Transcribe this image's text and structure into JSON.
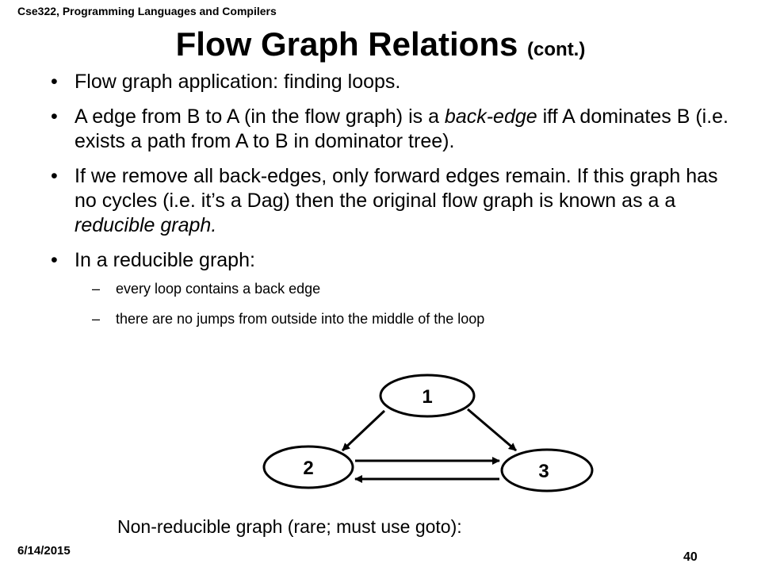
{
  "header": {
    "course": "Cse322, Programming Languages and Compilers"
  },
  "title": {
    "main": "Flow Graph Relations",
    "sub": "(cont.)"
  },
  "bullets": [
    {
      "parts": [
        {
          "text": "Flow graph application: finding loops.",
          "italic": false
        }
      ]
    },
    {
      "parts": [
        {
          "text": "A edge from B to A (in the flow graph) is a ",
          "italic": false
        },
        {
          "text": "back-edge",
          "italic": true
        },
        {
          "text": " iff A dominates B (i.e. exists a path from A to B in dominator tree).",
          "italic": false
        }
      ]
    },
    {
      "parts": [
        {
          "text": "If we remove all back-edges, only forward edges remain. If this graph has no cycles (i.e. it’s a Dag) then the original flow graph is known as a a ",
          "italic": false
        },
        {
          "text": "reducible graph.",
          "italic": true
        }
      ]
    },
    {
      "parts": [
        {
          "text": "In a reducible graph:",
          "italic": false
        }
      ],
      "subbullets": [
        "every loop contains a back edge",
        "there are no jumps from outside into the middle of the loop"
      ]
    }
  ],
  "bullet_symbol": "•",
  "subbullet_symbol": "–",
  "graph": {
    "nodes": [
      {
        "id": "n1",
        "label": "1"
      },
      {
        "id": "n2",
        "label": "2"
      },
      {
        "id": "n3",
        "label": "3"
      }
    ],
    "edges": [
      {
        "from": "1",
        "to": "2"
      },
      {
        "from": "1",
        "to": "3"
      },
      {
        "from": "2",
        "to": "3"
      },
      {
        "from": "3",
        "to": "2"
      }
    ]
  },
  "caption": "Non-reducible graph (rare; must use goto):",
  "footer": {
    "date": "6/14/2015",
    "page": "40"
  }
}
